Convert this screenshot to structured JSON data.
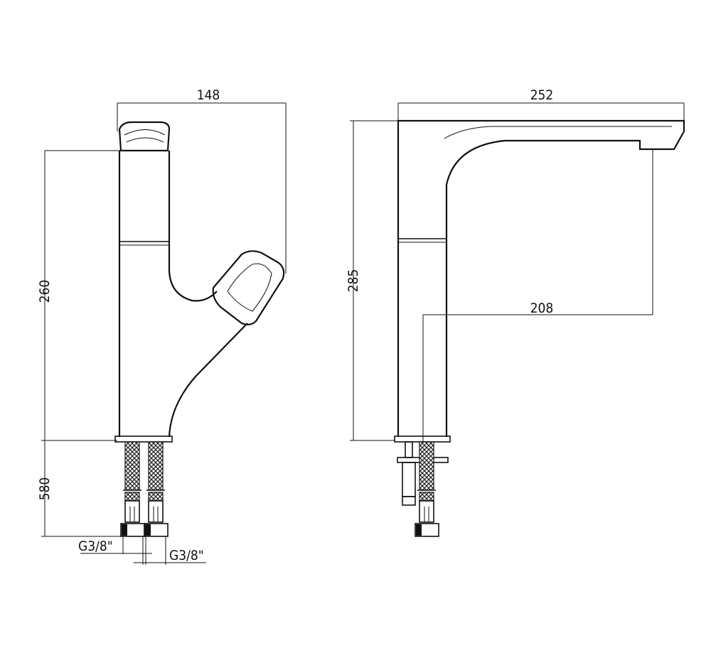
{
  "title": "Faucet dimension drawing",
  "front_view": {
    "width_dim": "148",
    "height_dim": "260",
    "hose_dim": "580",
    "thread_left": "G3/8\"",
    "thread_right": "G3/8\""
  },
  "side_view": {
    "length_dim": "252",
    "height_dim": "285",
    "reach_dim": "208"
  }
}
